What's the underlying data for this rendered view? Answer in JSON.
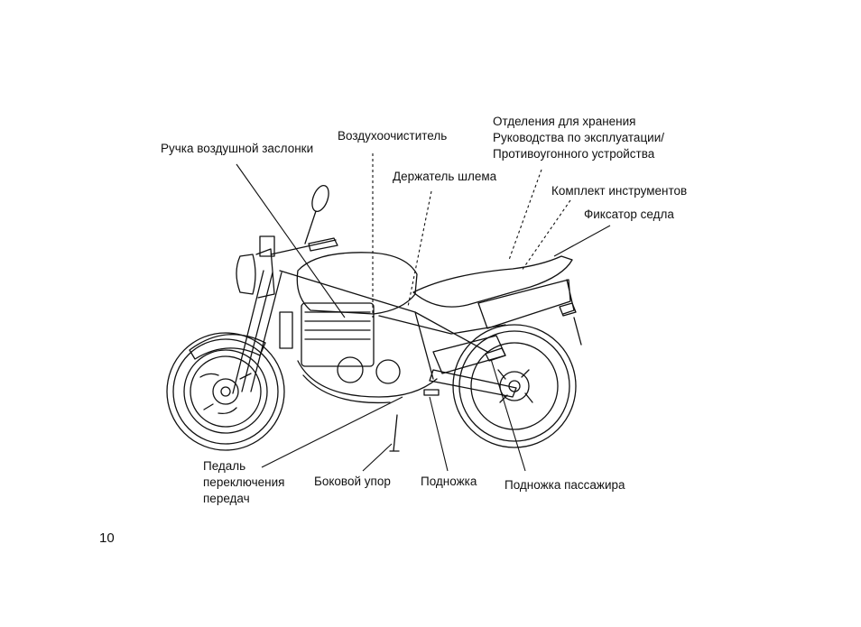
{
  "page_number": "10",
  "labels": {
    "choke": "Ручка воздушной заслонки",
    "air_cleaner": "Воздухоочиститель",
    "storage_line1": "Отделения для хранения",
    "storage_line2": "Руководства по эксплуатации/",
    "storage_line3": "Противоугонного устройства",
    "helmet_holder": "Держатель шлема",
    "tool_kit": "Комплект инструментов",
    "seat_lock": "Фиксатор седла",
    "shift_line1": "Педаль",
    "shift_line2": "переключения",
    "shift_line3": "передач",
    "side_stand": "Боковой упор",
    "footpeg": "Подножка",
    "passenger_footpeg": "Подножка пассажира"
  }
}
